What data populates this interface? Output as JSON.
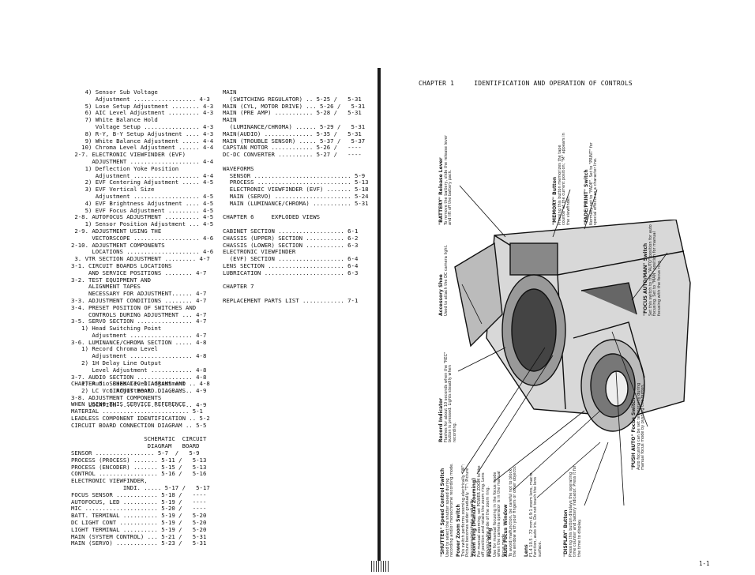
{
  "left_col_1": [
    "    4) Sensor Sub Voltage",
    "       Adjustment .................. 4-3",
    "    5) Lose Setup Adjustment ........ 4-3",
    "    6) AIC Level Adjustment ......... 4-3",
    "    7) White Balance Hold",
    "       Voltage Setup ................ 4-3",
    "    8) R-Y, B-Y Setup Adjustment .... 4-3",
    "    9) White Balance Adjustment ..... 4-4",
    "   10) Chroma Level Adjustment ...... 4-4",
    " 2-7. ELECTRONIC VIEWFINDER (EVF)",
    "      ADJUSTMENT .................... 4-4",
    "    1) Deflection Yoke Position",
    "       Adjustment ................... 4-4",
    "    2) EVF Centering Adjustment ..... 4-5",
    "    3) EVF Vertical Size",
    "       Adjustment ................... 4-5",
    "    4) EVF Brightness Adjustment .... 4-5",
    "    5) EVF Focus Adjustment ......... 4-5",
    " 2-8. AUTOFOCUS ADJUSTMENT .......... 4-5",
    "    1) Sensor Position Adjustment ... 4-5",
    " 2-9. ADJUSTMENT USING THE",
    "      VECTORSCOPE ................... 4-6",
    "2-10. ADJUSTMENT COMPONENTS",
    "      LOCATIONS ..................... 4-6",
    " 3. VTR SECTION ADJUSTMENT ......... 4-7",
    "3-1. CIRCUIT BOARDS LOCATIONS",
    "     AND SERVICE POSITIONS ........ 4-7",
    "3-2. TEST EQUIPMENT AND",
    "     ALIGNMENT TAPES",
    "     NECESSARY FOR ADJUSTMENT...... 4-7",
    "3-3. ADJUSTMENT CONDITIONS ........ 4-7",
    "3-4. PRESET POSITION OF SWITCHES AND",
    "     CONTROLS DURING ADJUSTMENT ... 4-7",
    "3-5. SERVO SECTION ................ 4-7",
    "   1) Head Switching Point",
    "      Adjustment .................. 4-7",
    "3-6. LUMINANCE/CHROMA SECTION ..... 4-8",
    "   1) Record Chroma Level",
    "      Adjustment .................. 4-8",
    "   2) 1H Delay Line Output",
    "      Level Adjustment ............ 4-8",
    "3-7. AUDIO SECTION ................ 4-8",
    "   1) Audio Bias Level Adjustment .. 4-8",
    "   2) LC Vco Adjustment ........... 4-9",
    "3-8. ADJUSTMENT COMPONENTS",
    "     LOCATION ..................... 4-9"
  ],
  "left_col_2": [
    "CHAPTER 5  SCHEMATIC DIAGRAMS AND",
    "           CIRCUIT BOARD DIAGRAMS",
    "",
    "WHEN USING THIS SERVICE REFERENCE",
    "MATERIAL ......................... 5-1",
    "LEADLESS COMPONENT IDENTIFICATION .. 5-2",
    "CIRCUIT BOARD CONNECTION DIAGRAM .. 5-5",
    "",
    "                     SCHEMATIC  CIRCUIT",
    "                      DIAGRAM   BOARD",
    "SENSOR ................. 5-7  /   5-9",
    "PROCESS (PROCESS) ....... 5-11 /   5-13",
    "PROCESS (ENCODER) ....... 5-15 /   5-13",
    "CONTROL ................. 5-16 /   5-16",
    "ELECTRONIC VIEWFINDER,",
    "               INDI. ..... 5-17 /   5-17",
    "FOCUS SENSOR ............ 5-18 /   ----",
    "AUTOFOCUS, LED .......... 5-19 /   ----",
    "MIC ..................... 5-20 /   ----",
    "BATT. TERMINAL .......... 5-19 /   5-20",
    "DC LIGHT CONT ........... 5-19 /   5-20",
    "LIGHT TERMINAL .......... 5-19 /   5-20",
    "MAIN (SYSTEM CONTROL) ... 5-21 /   5-31",
    "MAIN (SERVO) ............ 5-23 /   5-31"
  ],
  "mid_col": [
    "MAIN",
    "  (SWITCHING REGULATOR) .. 5-25 /   5-31",
    "MAIN (CYL, MOTOR DRIVE) ... 5-26 /   5-31",
    "MAIN (PRE AMP) ........... 5-28 /   5-31",
    "MAIN",
    "  (LUMINANCE/CHROMA) ...... 5-29 /   5-31",
    "MAIN(AUDIO) .............. 5-35 /   5-31",
    "MAIN (TROUBLE SENSOR) ..... 5-37 /   5-37",
    "CAPSTAN MOTOR ............ 5-26 /   ----",
    "DC-DC CONVERTER .......... 5-27 /   ----",
    "",
    "WAVEFORMS",
    "  SENSOR ............................ 5-9",
    "  PROCESS ........................... 5-13",
    "  ELECTRONIC VIEWFINDER (EVF) ....... 5-18",
    "  MAIN (SERVO) ...................... 5-24",
    "  MAIN (LUMINANCE/CHROMA) ........... 5-31",
    "",
    "CHAPTER 6     EXPLODED VIEWS",
    "",
    "CABINET SECTION ................... 6-1",
    "CHASSIS (UPPER) SECTION ........... 6-2",
    "CHASSIS (LOWER) SECTION ........... 6-3",
    "ELECTRONIC VIEWFINDER",
    "  (EVF) SECTION ................... 6-4",
    "LENS SECTION ...................... 6-4",
    "LUBRICATION ....................... 6-3",
    "",
    "CHAPTER 7",
    "",
    "REPLACEMENT PARTS LIST ............ 7-1"
  ],
  "right_page": {
    "chapter_title": "CHAPTER 1     IDENTIFICATION AND OPERATION OF CONTROLS",
    "page_number": "1-1",
    "callouts": [
      {
        "title": "\"SHUTTER\" Speed Control Switch",
        "body": "Used to select the shutter speed during recording and/or monochrome recording mode."
      },
      {
        "title": "Power Zoom Switch",
        "body": "This switch performs zooming electrically. \"W\": Picture becomes wider gradually. \"T\": Picture becomes telephoto gradually."
      },
      {
        "title": "Zoom Ring (Manual Zooming)",
        "body": "For manual zooming, set POWER ZOOM to the off position and rotate the zoom ring. Lens moves to the side of the zoom ring."
      },
      {
        "title": "Focus Ring",
        "body": "Use for manual focusing in the focus mode when the camera operator is in the manual focus mode."
      },
      {
        "title": "Auto Focus Window",
        "body": "To avoid malfunction, be careful not to block the window with your fingers or other objects."
      },
      {
        "title": "Lens",
        "body": "F1.4 10.5 - 72 mm 6.9:1 zoom lens, macro function, auto iris. Do not touch the lens surface."
      },
      {
        "title": "\"DISPLAY\" Button",
        "body": "Pressing this button displays the operating time counter and battery indicator. Press it for the time to display."
      },
      {
        "title": "Record Indicator",
        "body": "Flashes for about 10 seconds when the \"REC\" button is pressed. Lights steadily when recording."
      },
      {
        "title": "Accessory Shoe",
        "body": "Used to attach the DC camera light."
      },
      {
        "title": "\"PUSH AUTO\" Focus Switch",
        "body": "Auto focusing can be set temporarily during manual focus mode by pushing this button."
      },
      {
        "title": "\"FOCUS AUTO/MAN\" Switch",
        "body": "Set this switch to the \"AUTO\" position for auto focusing. Set to \"MAN\" position for manual focusing with the focus ring."
      },
      {
        "title": "\"BATTERY\" Release Lever",
        "body": "To remove the battery, slide the release lever and lift off the battery pack."
      },
      {
        "title": "\"MEMORY\" Button",
        "body": "Pressing this button memorizes the tape counter at the current position; \"M\" appears in the viewfinder."
      },
      {
        "title": "\"FADE/PRINT\" Switch",
        "body": "Normally set to \"FADE\". Set to \"PRINT\" for special effects as a character line."
      }
    ]
  }
}
